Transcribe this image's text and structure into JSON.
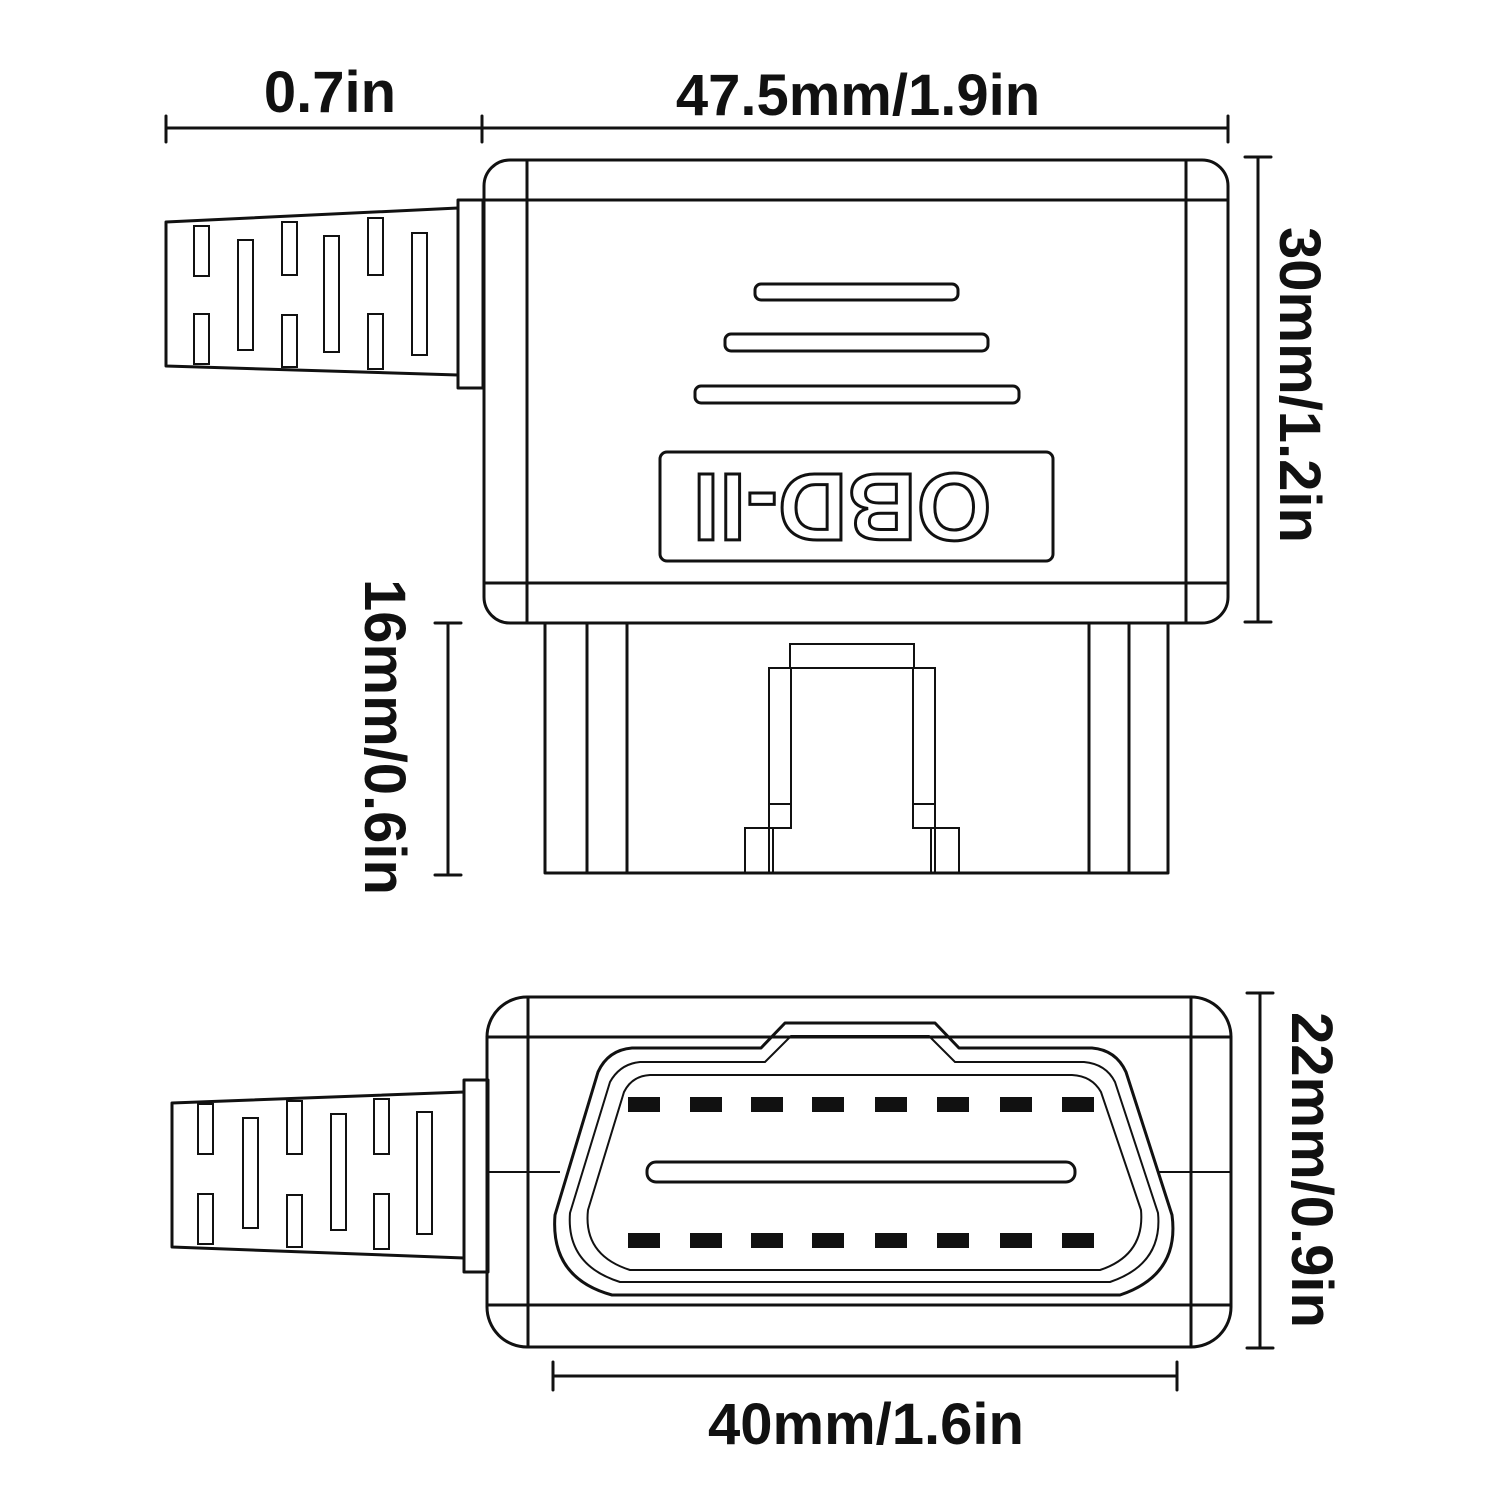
{
  "dimensions": {
    "cable_length": "0.7in",
    "body_width": "47.5mm/1.9in",
    "body_height": "30mm/1.2in",
    "plug_depth": "16mm/0.6in",
    "face_height": "22mm/0.9in",
    "face_width": "40mm/1.6in"
  },
  "device": {
    "label": "OBD-II"
  }
}
